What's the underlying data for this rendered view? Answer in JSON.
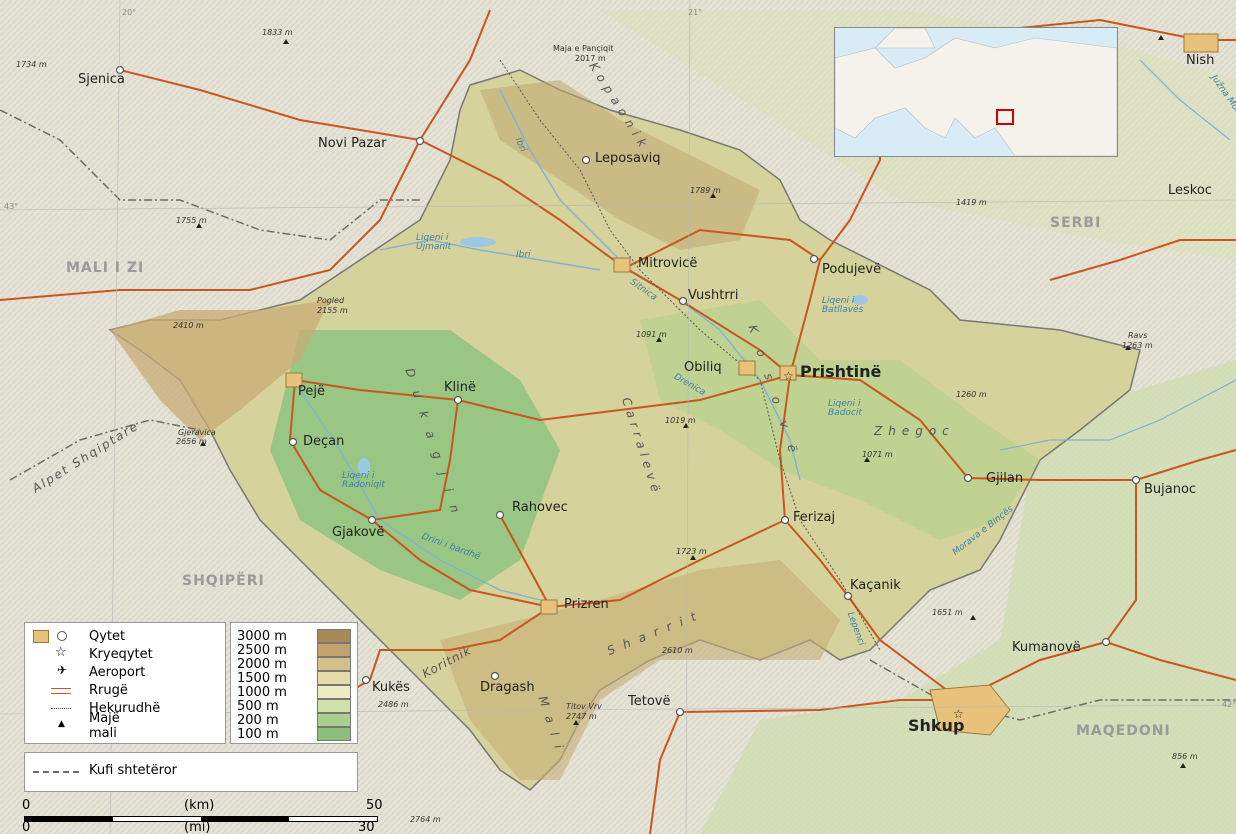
{
  "countries": {
    "serbia": "SERBI",
    "montenegro": "MALI I ZI",
    "albania": "SHQIPËRI",
    "macedonia": "MAQEDONI"
  },
  "cities": {
    "sjenica": "Sjenica",
    "novi_pazar": "Novi Pazar",
    "leposaviq": "Leposaviq",
    "mitrovice": "Mitrovicë",
    "vushtrri": "Vushtrri",
    "podujeve": "Podujevë",
    "obiliq": "Obiliq",
    "prishtine": "Prishtinë",
    "klina": "Klinë",
    "peje": "Pejë",
    "decan": "Deçan",
    "gjakove": "Gjakovë",
    "rahovec": "Rahovec",
    "prizren": "Prizren",
    "ferizaj": "Ferizaj",
    "gjilan": "Gjilan",
    "kacanik": "Kaçanik",
    "dragash": "Dragash",
    "kukes": "Kukës",
    "tetove": "Tetovë",
    "shkup": "Shkup",
    "kumanove": "Kumanovë",
    "bujanoc": "Bujanoc",
    "leskoc": "Leskoc",
    "nish": "Nish"
  },
  "peaks": {
    "p1833": "1833 m",
    "p1734": "1734 m",
    "pancic_name": "Maja e Pançiqit",
    "pancic_h": "2017 m",
    "p1789": "1789 m",
    "p1419": "1419 m",
    "p1755": "1755 m",
    "pogled_name": "Pogled",
    "pogled_h": "2155 m",
    "p2410": "2410 m",
    "p1091": "1091 m",
    "ravs_name": "Ravs",
    "ravs_h": "1263 m",
    "p1260": "1260 m",
    "gjeravica_name": "Gjeravica",
    "gjeravica_h": "2656 m",
    "p1019": "1019 m",
    "p1071": "1071 m",
    "p1723": "1723 m",
    "p1651": "1651 m",
    "p2610": "2610 m",
    "p2486": "2486 m",
    "titov_name": "Titov Vrv",
    "titov_h": "2747 m",
    "p856": "856 m",
    "p2764": "2764 m"
  },
  "water": {
    "ibri": "Ibri",
    "ibri2": "Ibri",
    "ujman": "Liqeni i Ujmanit",
    "sitnica": "Sitnica",
    "batllave": "Liqeni i Batllavës",
    "drenica": "Drenica",
    "badovc": "Liqeni i Badocit",
    "radoniq": "Liqeni i Radoniqit",
    "drini": "Drini i bardhë",
    "morava": "Morava e Binçës",
    "lepenc": "Lepenci",
    "juzna": "Južna Morava"
  },
  "ranges": {
    "kopaonik": "Kopaonik",
    "kosove": "Kosovë",
    "dukagjin": "Dukagjin",
    "carralevo": "Carralevë",
    "zhegoc": "Zhegoc",
    "sharri": "Sharrit",
    "alpet": "Alpet Shqiptare",
    "koritnik": "Koritnik",
    "mali": "Mali"
  },
  "grid": {
    "lon20": "20°",
    "lon21": "21°",
    "lat43": "43°",
    "lat42": "42°"
  },
  "legend": {
    "city": "Qytet",
    "capital": "Kryeqytet",
    "airport": "Aeroport",
    "road": "Rrugë",
    "railway": "Hekurudhë",
    "peak": "Majë mali",
    "border": "Kufi shtetëror"
  },
  "elevation_legend": [
    {
      "label": "3000 m",
      "color": "#a98a56"
    },
    {
      "label": "2500 m",
      "color": "#c2a36d"
    },
    {
      "label": "2000 m",
      "color": "#d6c089"
    },
    {
      "label": "1500 m",
      "color": "#e6dbaa"
    },
    {
      "label": "1000 m",
      "color": "#eeeac2"
    },
    {
      "label": "500 m",
      "color": "#cfe1a8"
    },
    {
      "label": "200 m",
      "color": "#a8d08c"
    },
    {
      "label": "100 m",
      "color": "#8cc07a"
    }
  ],
  "scale": {
    "km_label": "(km)",
    "mi_label": "(mi)",
    "zero_km": "0",
    "zero_mi": "0",
    "km_max": "50",
    "mi_max": "30"
  },
  "colors": {
    "kosovo_fill": "#d9d6a3",
    "outside_fill": "#e6e6dc",
    "road": "#c8561d",
    "border": "#6a6a6a",
    "river": "#7fb2d6",
    "lowland": "#8ec27f"
  }
}
